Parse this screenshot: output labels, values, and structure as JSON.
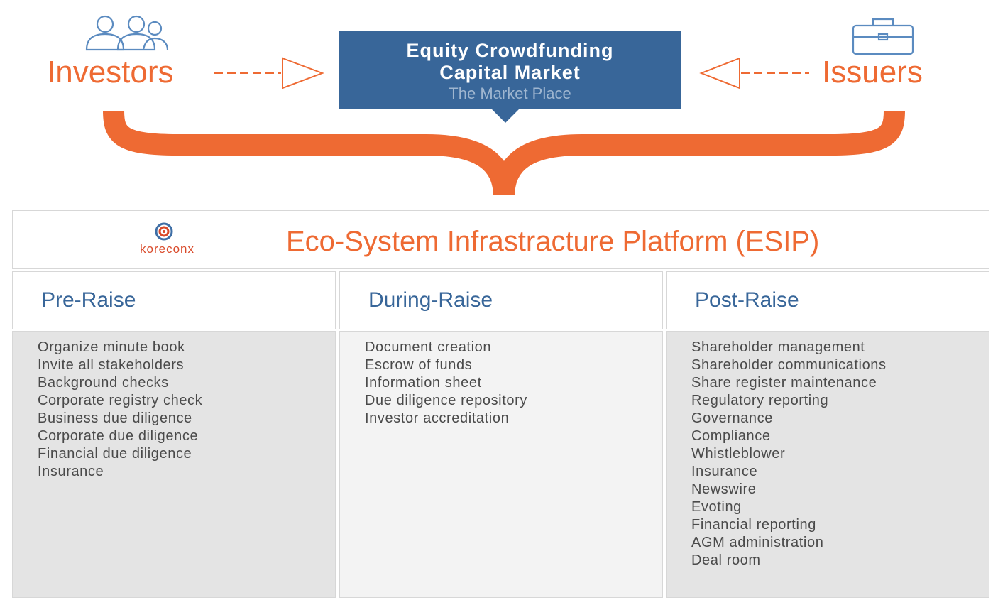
{
  "market": {
    "title": "Equity Crowdfunding\nCapital Market",
    "subtitle": "The Market Place"
  },
  "investors": {
    "label": "Investors",
    "icon": "people-icon"
  },
  "issuers": {
    "label": "Issuers",
    "icon": "briefcase-icon"
  },
  "platform": {
    "logo_text": "koreconx",
    "title": "Eco-System Infrastracture Platform (ESIP)"
  },
  "columns": [
    {
      "heading": "Pre-Raise",
      "items": [
        "Organize minute book",
        "Invite all stakeholders",
        "Background checks",
        "Corporate registry check",
        "Business due diligence",
        "Corporate due diligence",
        "Financial due diligence",
        "Insurance"
      ]
    },
    {
      "heading": "During-Raise",
      "items": [
        "Document creation",
        "Escrow of funds",
        "Information sheet",
        "Due diligence repository",
        "Investor accreditation"
      ]
    },
    {
      "heading": "Post-Raise",
      "items": [
        "Shareholder management",
        "Shareholder communications",
        "Share register maintenance",
        "Regulatory reporting",
        "Governance",
        "Compliance",
        "Whistleblower",
        "Insurance",
        "Newswire",
        "Evoting",
        "Financial reporting",
        "AGM administration",
        "Deal room"
      ]
    }
  ],
  "colors": {
    "orange": "#ee6a33",
    "blue": "#386699",
    "panel_grey": "#e4e4e4",
    "panel_light": "#f3f3f3"
  }
}
